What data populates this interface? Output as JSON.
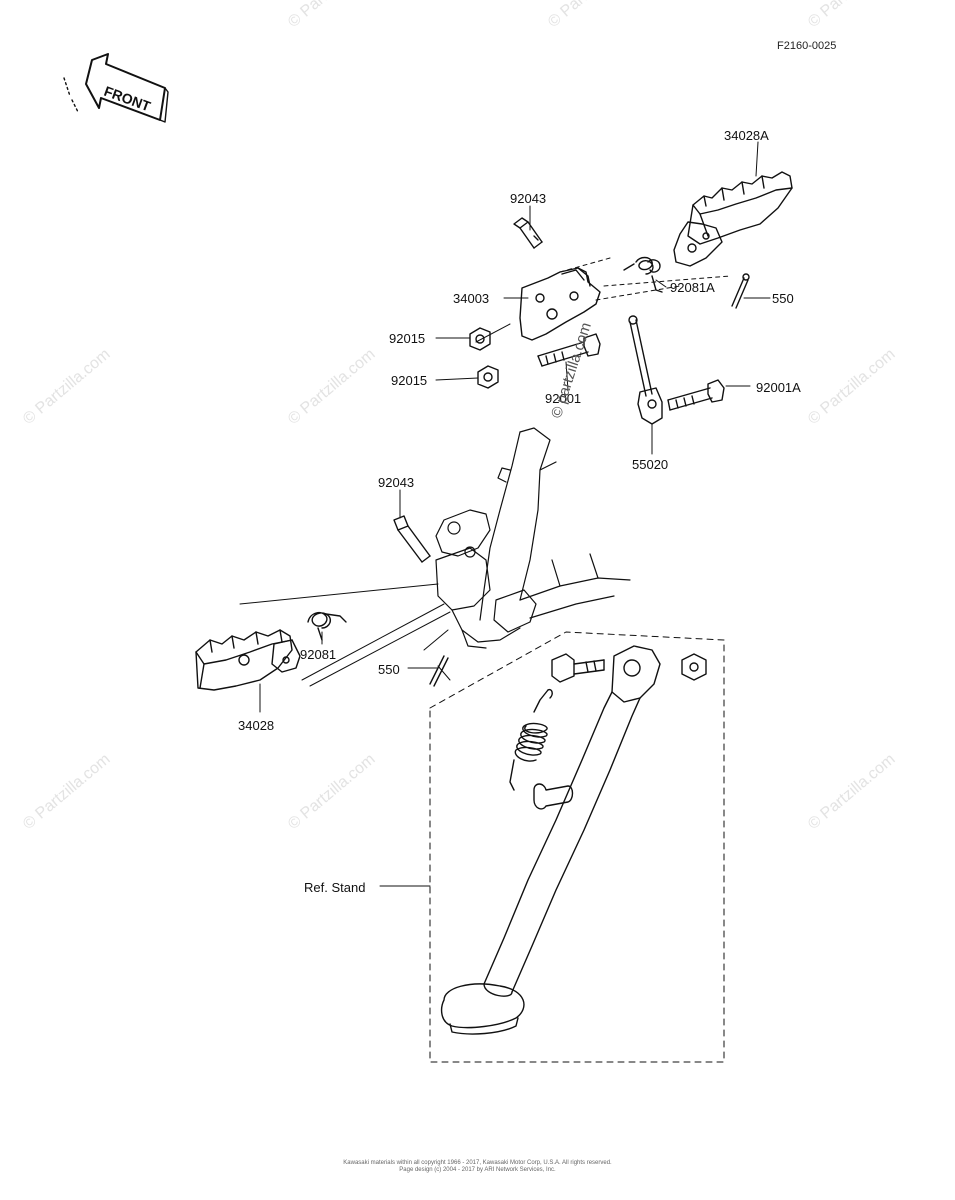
{
  "diagram_code": "F2160-0025",
  "front_label": "FRONT",
  "watermark_text": "© Partzilla.com",
  "center_watermark": "© partzilla.com",
  "parts": {
    "p34028A": "34028A",
    "p92043_top": "92043",
    "p34003": "34003",
    "p92081A": "92081A",
    "p550_top": "550",
    "p92015_a": "92015",
    "p92015_b": "92015",
    "p92001": "92001",
    "p92001A": "92001A",
    "p55020": "55020",
    "p92043_mid": "92043",
    "p92081": "92081",
    "p550_mid": "550",
    "p34028": "34028"
  },
  "ref_stand": "Ref.  Stand",
  "footer": {
    "line1": "Kawasaki materials within all copyright 1966 - 2017, Kawasaki Motor Corp, U.S.A. All rights reserved.",
    "line2": "Page design (c) 2004 - 2017 by ARI Network Services, Inc."
  },
  "colors": {
    "ink": "#111111",
    "watermark": "#e3e3e3"
  }
}
